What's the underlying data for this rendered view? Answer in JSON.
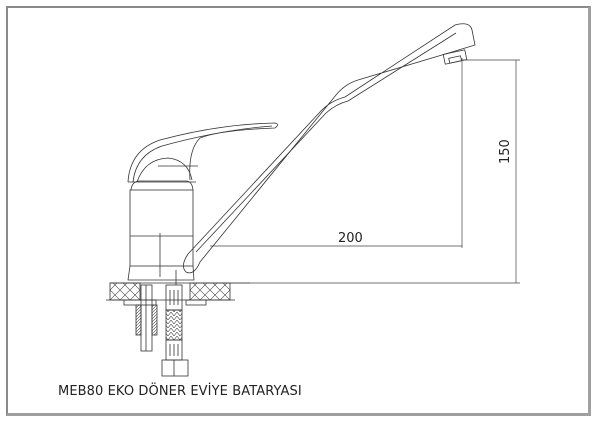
{
  "title": "MEB80 EKO DÖNER EVİYE BATARYASI",
  "dimensions": {
    "reach": "200",
    "height": "150"
  },
  "colors": {
    "line": "#333333",
    "frame": "#8a8a8a",
    "background": "#ffffff"
  }
}
